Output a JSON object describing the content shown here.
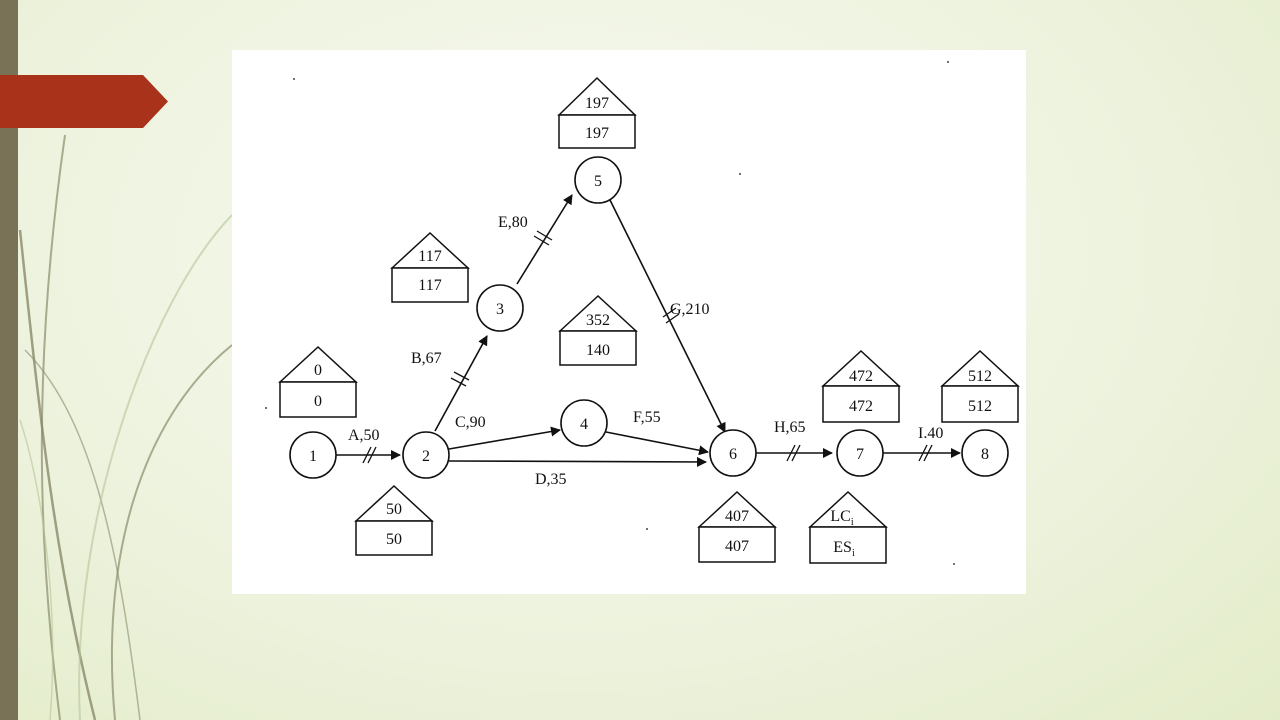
{
  "network": {
    "nodes": [
      {
        "id": "1",
        "top": "0",
        "bottom": "0"
      },
      {
        "id": "2",
        "top": "50",
        "bottom": "50"
      },
      {
        "id": "3",
        "top": "117",
        "bottom": "117"
      },
      {
        "id": "4",
        "top": "352",
        "bottom": "140"
      },
      {
        "id": "5",
        "top": "197",
        "bottom": "197"
      },
      {
        "id": "6",
        "top": "407",
        "bottom": "407"
      },
      {
        "id": "7",
        "top": "472",
        "bottom": "472"
      },
      {
        "id": "8",
        "top": "512",
        "bottom": "512"
      }
    ],
    "activities": [
      {
        "from": "1",
        "to": "2",
        "label": "A,50",
        "critical": true
      },
      {
        "from": "2",
        "to": "3",
        "label": "B,67",
        "critical": true
      },
      {
        "from": "2",
        "to": "4",
        "label": "C,90",
        "critical": false
      },
      {
        "from": "2",
        "to": "6",
        "label": "D,35",
        "critical": false
      },
      {
        "from": "3",
        "to": "5",
        "label": "E,80",
        "critical": true
      },
      {
        "from": "4",
        "to": "6",
        "label": "F,55",
        "critical": false
      },
      {
        "from": "5",
        "to": "6",
        "label": "G,210",
        "critical": true
      },
      {
        "from": "6",
        "to": "7",
        "label": "H,65",
        "critical": true
      },
      {
        "from": "7",
        "to": "8",
        "label": "I.40",
        "critical": true
      }
    ],
    "legend": {
      "top_main": "LC",
      "top_sub": "i",
      "bottom_main": "ES",
      "bottom_sub": "i"
    }
  },
  "colors": {
    "accent_red": "#a8321a",
    "side_bar": "#7a7256",
    "ink": "#111111"
  }
}
